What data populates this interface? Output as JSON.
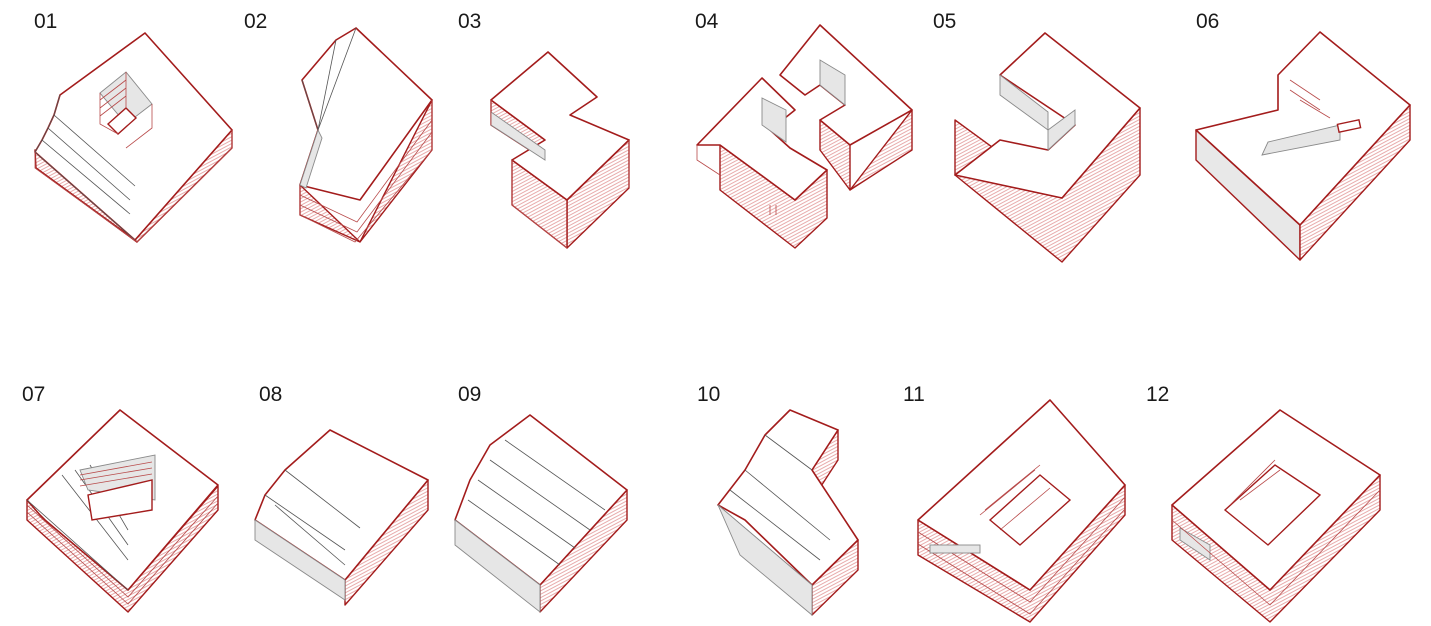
{
  "labels": [
    "01",
    "02",
    "03",
    "04",
    "05",
    "06",
    "07",
    "08",
    "09",
    "10",
    "11",
    "12"
  ],
  "colors": {
    "outline": "#a31c1c",
    "hatch": "#e6a3a3",
    "top_face": "#ffffff",
    "shadow_face": "#e6e6e6"
  }
}
